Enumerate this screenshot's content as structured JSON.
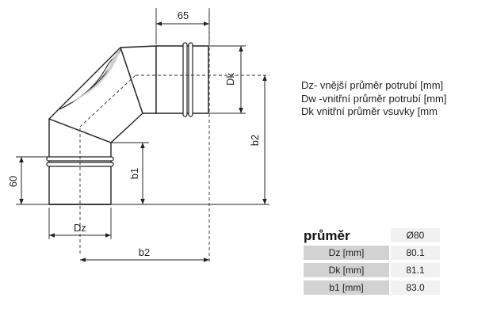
{
  "dimensions": {
    "top_width": "65",
    "dk": "Dk",
    "b2_vertical": "b2",
    "b1": "b1",
    "left_height": "60",
    "dz": "Dz",
    "b2_horizontal": "b2"
  },
  "legend": [
    "Dz- vnější průměr potrubí [mm]",
    "Dw -vnitřní průměr potrubí [mm]",
    "Dk vnitřní průměr vsuvky [mm"
  ],
  "table": {
    "title": "průměr",
    "header": "Ø80",
    "rows": [
      {
        "label": "Dz [mm]",
        "value": "80.1"
      },
      {
        "label": "Dk [mm]",
        "value": "81.1"
      },
      {
        "label": "b1 [mm]",
        "value": "83.0"
      }
    ]
  }
}
